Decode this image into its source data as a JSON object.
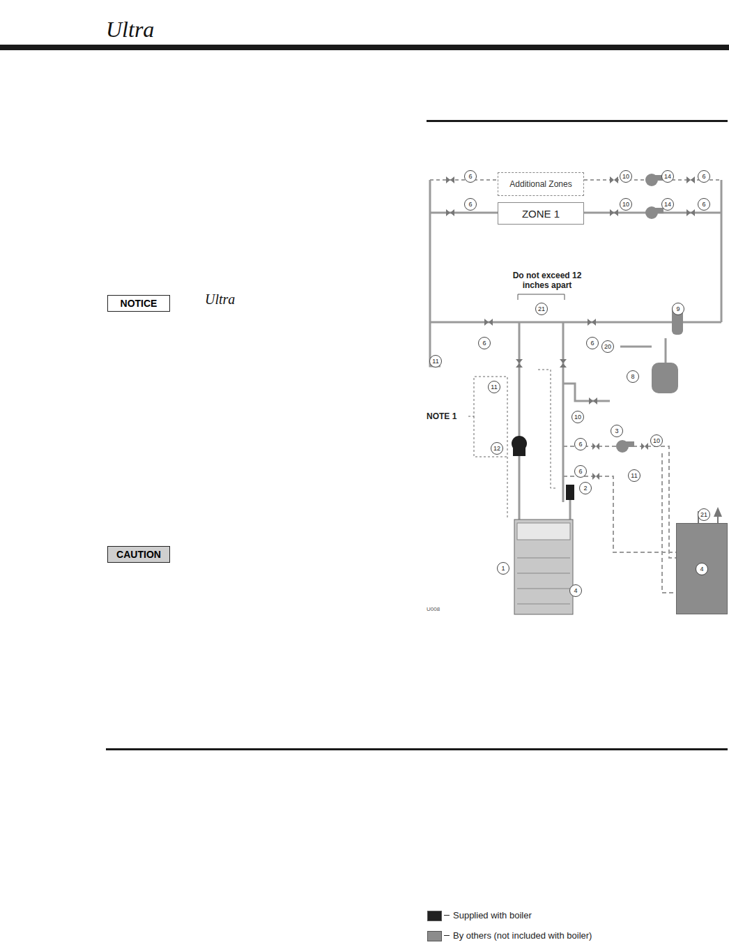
{
  "diagram": {
    "nodes": [
      {
        "text": [
          "NOTICE"
        ]
      },
      {
        "text": [
          "CAUTION"
        ]
      },
      {
        "text": [
          "Additional Zones"
        ]
      },
      {
        "text": [
          "ZONE 1"
        ]
      },
      {
        "text": [
          "4"
        ]
      }
    ],
    "labels": [
      "Ultra",
      "Ultra",
      "Do not exceed 12 inches apart",
      "NOTE 1",
      "U008",
      "6",
      "10",
      "14",
      "6",
      "6",
      "10",
      "14",
      "6",
      "21",
      "6",
      "6",
      "9",
      "20",
      "8",
      "11",
      "11",
      "12",
      "10",
      "6",
      "3",
      "10",
      "6",
      "11",
      "2",
      "21",
      "1",
      "4"
    ],
    "legend": [
      {
        "text": "Supplied with boiler",
        "color": "#222222"
      },
      {
        "text": "By others (not included with boiler)",
        "color": "#8c8c8c"
      }
    ]
  }
}
